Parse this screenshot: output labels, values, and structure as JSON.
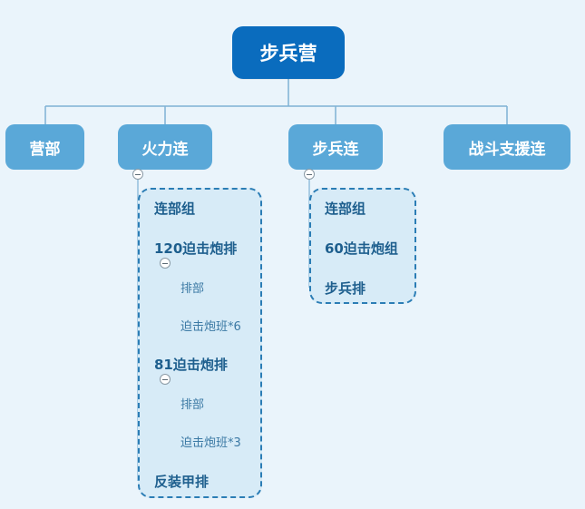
{
  "root": {
    "label": "步兵营"
  },
  "branches": [
    {
      "label": "营部"
    },
    {
      "label": "火力连"
    },
    {
      "label": "步兵连"
    },
    {
      "label": "战斗支援连"
    }
  ],
  "fire_company": {
    "items": [
      {
        "label": "连部组"
      },
      {
        "label": "120迫击炮排",
        "children": [
          {
            "label": "排部"
          },
          {
            "label": "迫击炮班*6"
          }
        ]
      },
      {
        "label": "81迫击炮排",
        "children": [
          {
            "label": "排部"
          },
          {
            "label": "迫击炮班*3"
          }
        ]
      },
      {
        "label": "反装甲排"
      }
    ]
  },
  "infantry_company": {
    "items": [
      {
        "label": "连部组"
      },
      {
        "label": "60迫击炮组"
      },
      {
        "label": "步兵排"
      }
    ]
  }
}
